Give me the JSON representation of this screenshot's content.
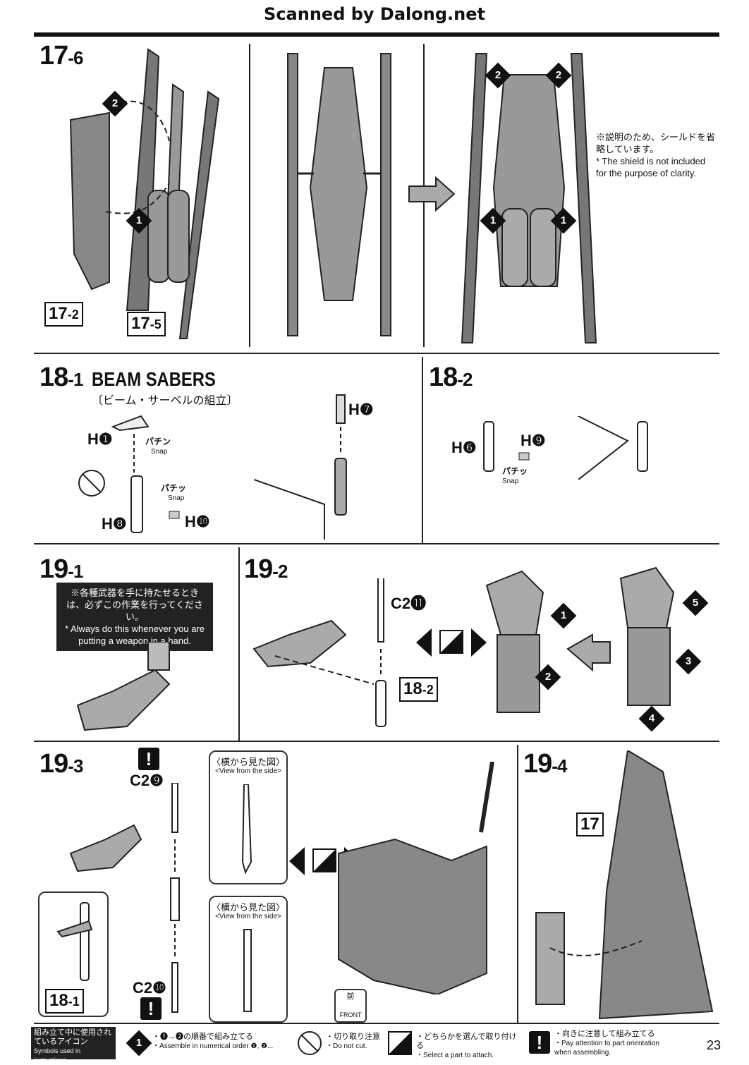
{
  "header": {
    "title": "Scanned by Dalong.net"
  },
  "step17_6": {
    "num": "17",
    "sub": "-6",
    "refs": [
      {
        "num": "17",
        "sub": "-2"
      },
      {
        "num": "17",
        "sub": "-5"
      }
    ],
    "note_jp": "※説明のため、シールドを省略しています。",
    "note_en": "* The shield is not included for the purpose of clarity."
  },
  "step18_1": {
    "num": "18",
    "sub": "-1",
    "title": "BEAM SABERS",
    "title_jp": "〔ビーム・サーベルの組立〕",
    "parts": [
      "H❶",
      "H❽",
      "H❿",
      "H❼"
    ],
    "snap_jp": "パチン",
    "snap_en": "Snap",
    "snap2_jp": "パチッ"
  },
  "step18_2": {
    "num": "18",
    "sub": "-2",
    "parts": [
      "H❻",
      "H❾"
    ],
    "snap_jp": "パチッ",
    "snap_en": "Snap"
  },
  "step19_1": {
    "num": "19",
    "sub": "-1",
    "note_jp": "※各種武器を手に持たせるときは、必ずこの作業を行ってください。",
    "note_en": "* Always do this whenever you are putting a weapon in a hand."
  },
  "step19_2": {
    "num": "19",
    "sub": "-2",
    "part": "C2⓫",
    "ref": {
      "num": "18",
      "sub": "-2"
    }
  },
  "step19_3": {
    "num": "19",
    "sub": "-3",
    "parts": [
      "C2❾",
      "C2❿"
    ],
    "side_jp": "〈横から見た図〉",
    "side_en": "<View from the side>",
    "ref": {
      "num": "18",
      "sub": "-1"
    },
    "front_jp": "前",
    "front_en": "FRONT"
  },
  "step19_4": {
    "num": "19",
    "sub": "-4",
    "ref": "17"
  },
  "footer": {
    "label_jp": "組み立て中に使用されているアイコン",
    "label_en": "Symbols used in instructions",
    "icons": [
      {
        "jp": "・❶→❷の順番で組み立てる",
        "en": "・Assemble in numerical order ❶, ❷..."
      },
      {
        "jp": "・切り取り注意",
        "en": "・Do not cut."
      },
      {
        "jp": "・どちらかを選んで取り付ける",
        "en": "・Select a part to attach."
      },
      {
        "jp": "・向きに注意して組み立てる",
        "en": "・Pay attention to part orientation when assembling."
      }
    ],
    "page": "23"
  }
}
